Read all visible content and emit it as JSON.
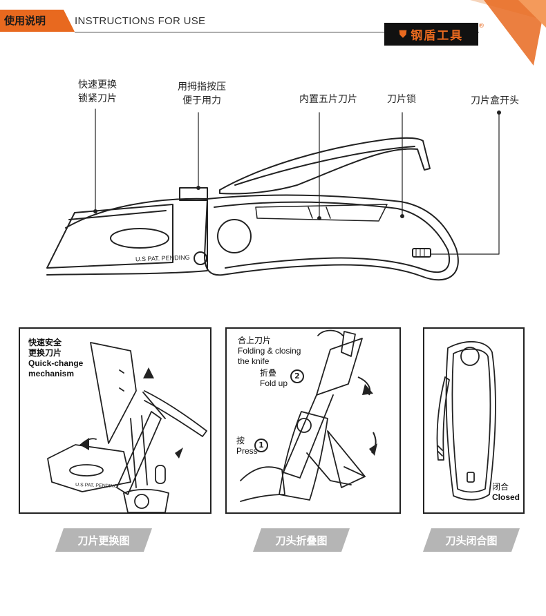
{
  "header": {
    "tag": "使用说明",
    "title": "INSTRUCTIONS FOR USE",
    "brand": "钢盾工具",
    "brand_mark": "®"
  },
  "callouts": [
    {
      "lines": [
        "快速更换",
        "锁紧刀片"
      ]
    },
    {
      "lines": [
        "用拇指按压",
        "便于用力"
      ]
    },
    {
      "lines": [
        "内置五片刀片"
      ]
    },
    {
      "lines": [
        "刀片锁"
      ]
    },
    {
      "lines": [
        "刀片盒开头"
      ]
    }
  ],
  "knife_mark": "U.S PAT. PENDING",
  "panels": [
    {
      "labels": [
        "快速安全",
        "更换刀片",
        "Quick-change",
        "mechanism"
      ],
      "blade_mark": "U.S PAT. PENDING",
      "caption": "刀片更换图"
    },
    {
      "labels": [
        "合上刀片",
        "Folding & closing",
        "the knife"
      ],
      "step2": {
        "zh": "折叠",
        "en": "Fold up",
        "num": "2"
      },
      "step1": {
        "zh": "按",
        "en": "Press",
        "num": "1"
      },
      "caption": "刀头折叠图"
    },
    {
      "labels": [
        "闭合",
        "Closed"
      ],
      "caption": "刀头闭合图"
    }
  ],
  "colors": {
    "accent": "#e8691f",
    "caption_bg": "#b5b5b5",
    "ink": "#222222"
  }
}
